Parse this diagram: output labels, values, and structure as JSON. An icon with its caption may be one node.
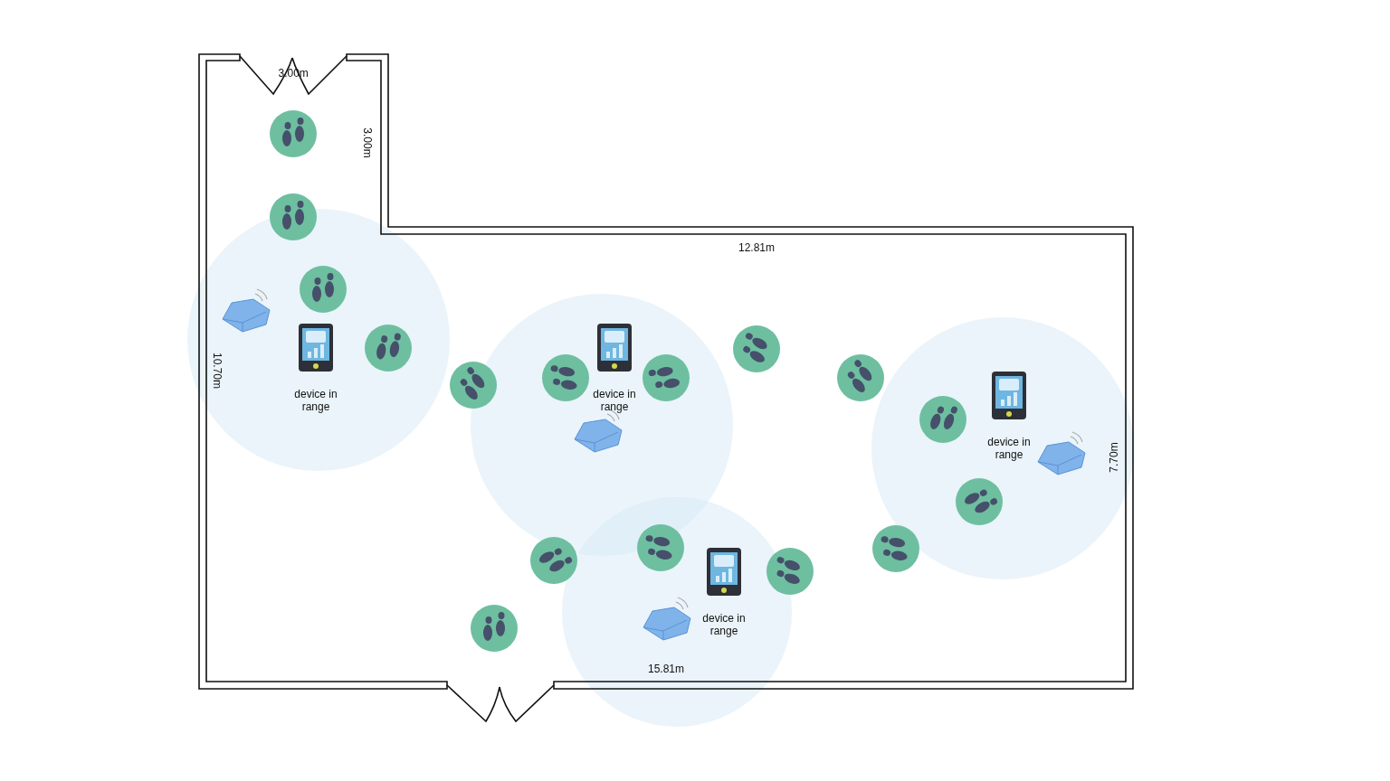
{
  "diagram": {
    "labels": [
      "3.00m",
      "3.00m",
      "12.81m",
      "device in range",
      "device in range",
      "10.70m",
      "device in range",
      "7.70m",
      "device in range",
      "15.81m"
    ]
  }
}
